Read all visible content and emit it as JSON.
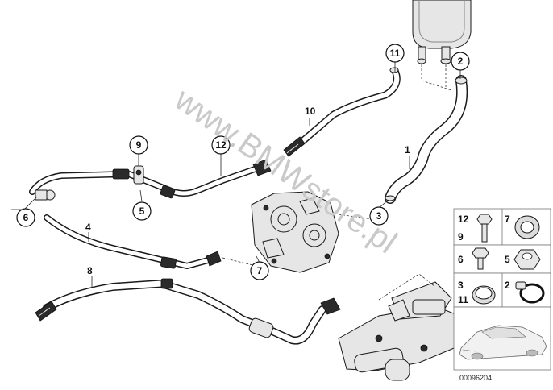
{
  "callouts": {
    "c11": "11",
    "c2": "2",
    "c10": "10",
    "c1": "1",
    "c9": "9",
    "c12": "12",
    "c5": "5",
    "c3": "3",
    "c6": "6",
    "c4": "4",
    "c7": "7",
    "c8": "8"
  },
  "legend": {
    "r1_left_a": "12",
    "r1_left_b": "9",
    "r1_right": "7",
    "r2_left": "6",
    "r2_right": "5",
    "r3_left_a": "3",
    "r3_left_b": "11",
    "r3_right": "2"
  },
  "watermark": "www.BMWstore.pl",
  "diagram_ref": "00096204"
}
